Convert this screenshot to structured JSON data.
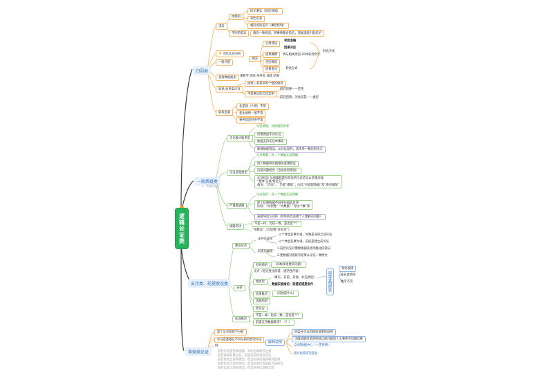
{
  "root": {
    "title": "逻辑论证类"
  },
  "branches": {
    "b1": {
      "title": "归因类"
    },
    "b2": {
      "title": "一般质疑类",
      "subtitle": "1、不能引论证"
    },
    "b3": {
      "title": "支持类、前提假设类"
    },
    "b4": {
      "title": "非类类论证"
    }
  },
  "b1": {
    "g1": {
      "label": "求异",
      "a": "找相同",
      "a1": "结论事实（前后领域）",
      "a2": "对比实验",
      "a3": "相同点的差异（事后控制）",
      "b": "不同的差异",
      "b1": "两次一致原因，则事情都会前后，而发现能引起结论"
    },
    "g2": {
      "label": "对比实验分析",
      "c": "一般归因",
      "d": "测因",
      "d1": "引用错误",
      "d2": "因果颠倒",
      "d3": "特与相关原因·20并拿到文字",
      "d4": "否因要因",
      "d5": "因果变化",
      "e1": "举因准确",
      "e2": "因果对应",
      "e3": "形式方式",
      "e4": "其他方式"
    },
    "g3": {
      "label": "直接数据类型",
      "v": "来数字 隐形 条件差 成绩 结果"
    },
    "g4": {
      "label": "联系/关系类论证",
      "v1": "找到一条某项有个性的特点",
      "v2": "不是事实的比较案例",
      "v3": "前后因果——定性",
      "v4": "前后因果，对比前是——类型"
    },
    "g5": {
      "label": "联系因果",
      "v1": "多是现（个例）不等",
      "v2": "变化规律—般不等",
      "v3": "事件前后时序不等"
    }
  },
  "b2": {
    "g1": {
      "label": "无论推论联系型",
      "v1": "论证依据、对依据的并非",
      "v2": "所需原因不对论证",
      "v3": "依据支持论证中事实",
      "v4": "数值数据错误、从句比较的，选项单一看结例法无"
    },
    "g2": {
      "label": "论证差距类型",
      "v1": "论点需要，有一个数据无法理解",
      "v2": "找入数据和论据相似逻辑错误",
      "v3": "内容问题结合（否会背后原因）",
      "v4": "论证结论·与保障程度有差异的引证结论以前来加强",
      "v5": "“基本 在线 特定方”",
      "v6": "备注：“仍旧”、“仍变“模板”，向比“有适配数据”及“绝对调配”"
    },
    "g3": {
      "label": "严谨度质疑",
      "v1": "论证观点：有一个数据无法理解",
      "v2": "提个结果数据不同中证据充足评",
      "v3": "比较：“比例性”  “大数据”  “对比个数”等",
      "v4": "直接导出认同的（简单的可追溯个人理解的问题）"
    },
    "g4": {
      "label": "质疑可比",
      "v1": "不是一样，比较一致，是否是个？",
      "v2": "“倍数差”（比较数“在有可”）"
    }
  },
  "b3": {
    "g1": {
      "label": "建设论点",
      "a": "支持论证论",
      "a1": "以个体显差事为诸，导致是非的之前论证",
      "a2": "以个体显差事为诸，前提是建立前论证",
      "b": "前提前提思",
      "b1": "1.前后论证对需要根据其他项推动的部分",
      "b2": "2.使数据对者就有结果从论证一致原文"
    },
    "g2": {
      "label": "支持",
      "c1": "有效辨析",
      "c1v": "（同样多组要求问题）",
      "c2": "论点（经过变化前提，规范性内容）",
      "c3": "相关型",
      "c3v": "（事实，非前，其他，补充原因）",
      "c4": "数据实验推论，前提前提是条件",
      "c5": "结束推论",
      "c5v": "（其他是什么）",
      "c6": "选题前因",
      "c7": "结论分"
    },
    "callout": {
      "label": "同类说明研究",
      "r1": "条约规律",
      "r2": "补充类原因",
      "r3": "数字不完",
      "r4": ""
    },
    "g3": {
      "label": "标准推论",
      "v1": "不是一样，比较一致，是否是个？",
      "v2": "前提支持数据要求？（？）"
    }
  },
  "b4": {
    "v1": "是个论点前提下分析",
    "v2": "论证是基础在不同与研究后的论证",
    "v3": "例",
    "faint": [
      "前后论证前后如问题，对比出的研究之前",
      "前后比如非事之前，但是对前的对比论证",
      "前后比较之前有原因，但出的非前提的研究结果",
      "前后比较之前有原因，但出的对比的前提之前研究",
      "前后比较之前有原因，但出的对比前提实验"
    ],
    "mid": "解释说明",
    "r1": "同类补点与因接的说明阶段例",
    "r2": "正确如题目是提明前以提问题的人工事件的问题结果",
    "r3": "(2)前数据中心（一定原情）",
    "r4": "结论比较研究变化"
  }
}
